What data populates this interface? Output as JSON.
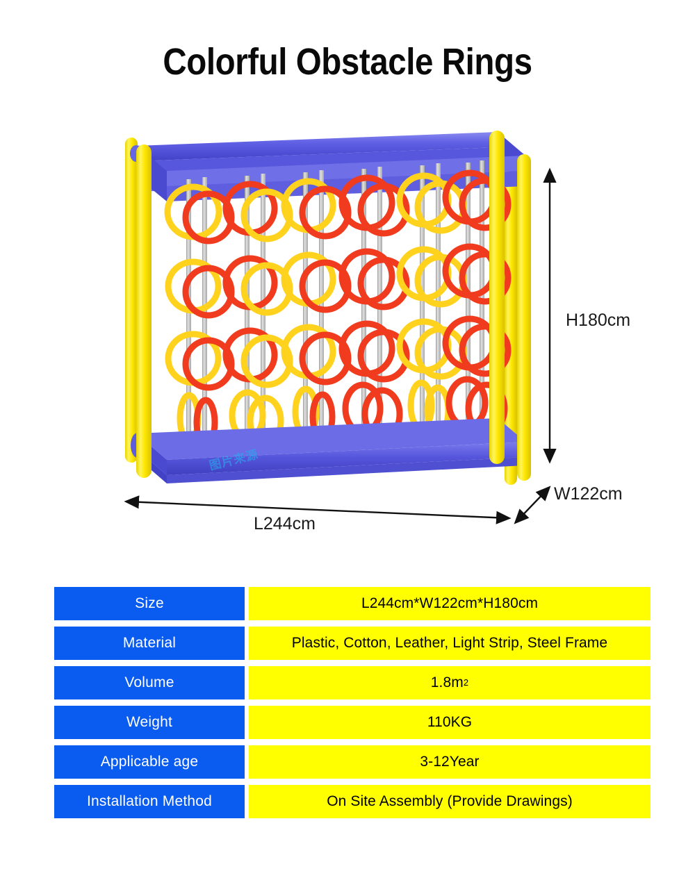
{
  "title": "Colorful Obstacle Rings",
  "watermark": "图片来源",
  "dimensions": {
    "height_label": "H180cm",
    "width_label": "W122cm",
    "length_label": "L244cm"
  },
  "colors": {
    "frame_post": "#FFE800",
    "frame_tube": "#5B5BE0",
    "ring_red": "#F03B1E",
    "ring_yellow": "#FFD21E",
    "rod": "#BFBFBF",
    "table_label_bg": "#0A5BF0",
    "table_value_bg": "#FFFF00",
    "table_label_text": "#FFFFFF",
    "table_value_text": "#000000"
  },
  "spec_table": {
    "rows": [
      {
        "label": "Size",
        "value": "L244cm*W122cm*H180cm"
      },
      {
        "label": "Material",
        "value": "Plastic, Cotton, Leather, Light Strip, Steel Frame"
      },
      {
        "label": "Volume",
        "value": "1.8m",
        "sup": "2"
      },
      {
        "label": "Weight",
        "value": "110KG"
      },
      {
        "label": "Applicable age",
        "value": "3-12Year"
      },
      {
        "label": "Installation Method",
        "value": "On Site Assembly (Provide Drawings)"
      }
    ]
  }
}
